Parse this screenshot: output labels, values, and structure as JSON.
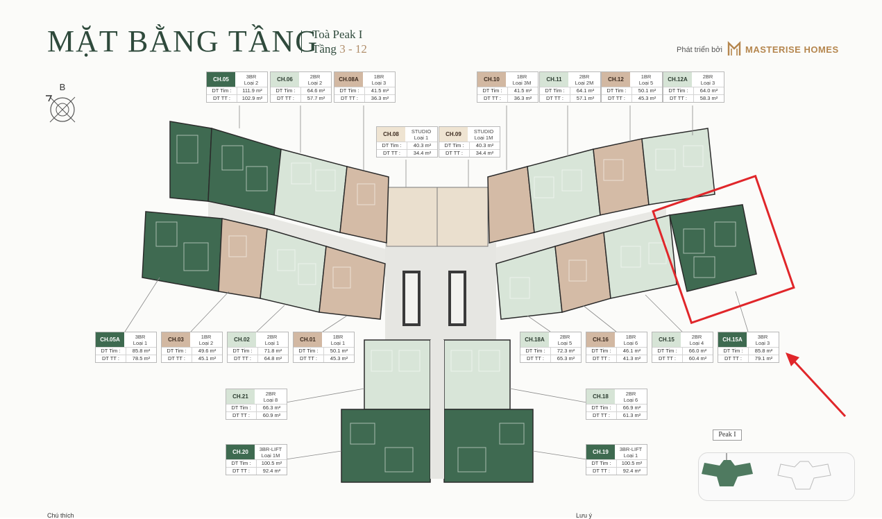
{
  "header": {
    "title": "MẶT BẰNG TẦNG",
    "building": "Toà Peak I",
    "floors_label": "Tầng",
    "floors_range": "3 - 12",
    "developer_label": "Phát triển bởi",
    "developer_name": "MASTERISE HOMES"
  },
  "compass": {
    "label": "B"
  },
  "inset": {
    "label": "Peak I"
  },
  "footer": {
    "legend": "Chú thích",
    "notes": "Lưu ý"
  },
  "colors": {
    "dark": "#3e6a50",
    "light": "#d6e4d6",
    "tan": "#d2b8a2",
    "beige": "#efe4d2",
    "highlight": "#e0262a"
  },
  "units": [
    {
      "code": "CH.05",
      "type": "3BR",
      "variant": "Loại 2",
      "dt_tim_label": "DT Tim :",
      "dt_tim": "111.9 m²",
      "dt_tt_label": "DT TT :",
      "dt_tt": "102.9 m²"
    },
    {
      "code": "CH.06",
      "type": "2BR",
      "variant": "Loại 2",
      "dt_tim_label": "DT Tim :",
      "dt_tim": "64.6 m²",
      "dt_tt_label": "DT TT :",
      "dt_tt": "57.7 m²"
    },
    {
      "code": "CH.08A",
      "type": "1BR",
      "variant": "Loại 3",
      "dt_tim_label": "DT Tim :",
      "dt_tim": "41.5 m²",
      "dt_tt_label": "DT TT :",
      "dt_tt": "36.3 m²"
    },
    {
      "code": "CH.10",
      "type": "1BR",
      "variant": "Loại 3M",
      "dt_tim_label": "DT Tim :",
      "dt_tim": "41.5 m²",
      "dt_tt_label": "DT TT :",
      "dt_tt": "36.3 m²"
    },
    {
      "code": "CH.11",
      "type": "2BR",
      "variant": "Loại 2M",
      "dt_tim_label": "DT Tim :",
      "dt_tim": "64.1 m²",
      "dt_tt_label": "DT TT :",
      "dt_tt": "57.1 m²"
    },
    {
      "code": "CH.12",
      "type": "1BR",
      "variant": "Loại 5",
      "dt_tim_label": "DT Tim :",
      "dt_tim": "50.1 m²",
      "dt_tt_label": "DT TT :",
      "dt_tt": "45.3 m²"
    },
    {
      "code": "CH.12A",
      "type": "2BR",
      "variant": "Loại 3",
      "dt_tim_label": "DT Tim :",
      "dt_tim": "64.0 m²",
      "dt_tt_label": "DT TT :",
      "dt_tt": "58.3 m²"
    },
    {
      "code": "CH.08",
      "type": "STUDIO",
      "variant": "Loại 1",
      "dt_tim_label": "DT Tim :",
      "dt_tim": "40.3 m²",
      "dt_tt_label": "DT TT :",
      "dt_tt": "34.4 m²"
    },
    {
      "code": "CH.09",
      "type": "STUDIO",
      "variant": "Loại 1M",
      "dt_tim_label": "DT Tim :",
      "dt_tim": "40.3 m²",
      "dt_tt_label": "DT TT :",
      "dt_tt": "34.4 m²"
    },
    {
      "code": "CH.05A",
      "type": "3BR",
      "variant": "Loại 1",
      "dt_tim_label": "DT Tim :",
      "dt_tim": "85.8 m²",
      "dt_tt_label": "DT TT :",
      "dt_tt": "78.5 m²"
    },
    {
      "code": "CH.03",
      "type": "1BR",
      "variant": "Loại 2",
      "dt_tim_label": "DT Tim :",
      "dt_tim": "49.6 m²",
      "dt_tt_label": "DT TT :",
      "dt_tt": "45.1 m²"
    },
    {
      "code": "CH.02",
      "type": "2BR",
      "variant": "Loại 1",
      "dt_tim_label": "DT Tim :",
      "dt_tim": "71.8 m²",
      "dt_tt_label": "DT TT :",
      "dt_tt": "64.8 m²"
    },
    {
      "code": "CH.01",
      "type": "1BR",
      "variant": "Loại 1",
      "dt_tim_label": "DT Tim :",
      "dt_tim": "50.1 m²",
      "dt_tt_label": "DT TT :",
      "dt_tt": "45.3 m²"
    },
    {
      "code": "CH.18A",
      "type": "2BR",
      "variant": "Loại 5",
      "dt_tim_label": "DT Tim :",
      "dt_tim": "72.3 m²",
      "dt_tt_label": "DT TT :",
      "dt_tt": "65.3 m²"
    },
    {
      "code": "CH.16",
      "type": "1BR",
      "variant": "Loại 6",
      "dt_tim_label": "DT Tim :",
      "dt_tim": "46.1 m²",
      "dt_tt_label": "DT TT :",
      "dt_tt": "41.3 m²"
    },
    {
      "code": "CH.15",
      "type": "2BR",
      "variant": "Loại 4",
      "dt_tim_label": "DT Tim :",
      "dt_tim": "66.0 m²",
      "dt_tt_label": "DT TT :",
      "dt_tt": "60.4 m²"
    },
    {
      "code": "CH.15A",
      "type": "3BR",
      "variant": "Loại 3",
      "dt_tim_label": "DT Tim :",
      "dt_tim": "85.8 m²",
      "dt_tt_label": "DT TT :",
      "dt_tt": "79.1 m²"
    },
    {
      "code": "CH.21",
      "type": "2BR",
      "variant": "Loại 8",
      "dt_tim_label": "DT Tim :",
      "dt_tim": "66.3 m²",
      "dt_tt_label": "DT TT :",
      "dt_tt": "60.9 m²"
    },
    {
      "code": "CH.18",
      "type": "2BR",
      "variant": "Loại 6",
      "dt_tim_label": "DT Tim :",
      "dt_tim": "66.9 m²",
      "dt_tt_label": "DT TT :",
      "dt_tt": "61.3 m²"
    },
    {
      "code": "CH.20",
      "type": "3BR-LIFT",
      "variant": "Loại 1M",
      "dt_tim_label": "DT Tim :",
      "dt_tim": "100.5 m²",
      "dt_tt_label": "DT TT :",
      "dt_tt": "92.4 m²"
    },
    {
      "code": "CH.19",
      "type": "3BR-LIFT",
      "variant": "Loại 1",
      "dt_tim_label": "DT Tim :",
      "dt_tim": "100.5 m²",
      "dt_tt_label": "DT TT :",
      "dt_tt": "92.4 m²"
    }
  ]
}
